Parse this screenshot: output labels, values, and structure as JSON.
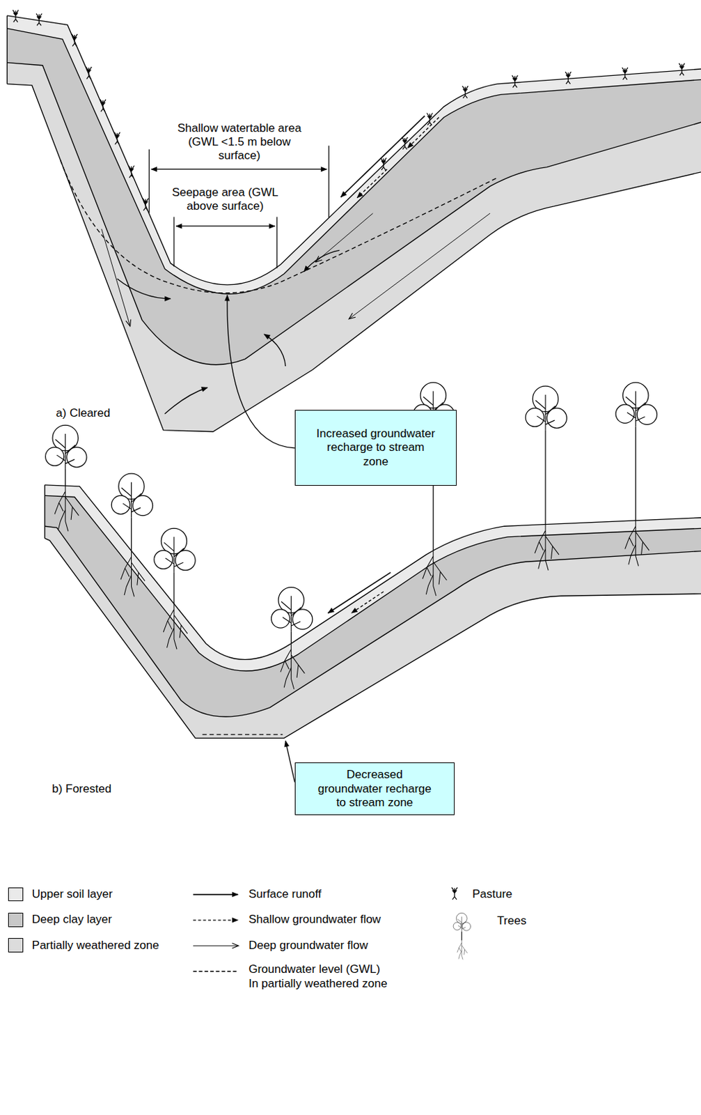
{
  "diagram": {
    "nodes": [
      {
        "text": [
          "Increased groundwater recharge to stream zone"
        ]
      },
      {
        "text": [
          "Decreased groundwater recharge to stream zone"
        ]
      }
    ],
    "labels": [
      "Shallow watertable area (GWL <1.5 m below surface)",
      "Seepage area (GWL above surface)",
      "a) Cleared",
      "b) Forested"
    ],
    "legend": [
      {
        "text": "Upper soil layer",
        "color": "#eaeaea"
      },
      {
        "text": "Deep clay layer",
        "color": "#c8c8c8"
      },
      {
        "text": "Partially weathered zone",
        "color": "#dcdcdc"
      },
      {
        "text": "Surface runoff"
      },
      {
        "text": "Shallow groundwater flow"
      },
      {
        "text": "Deep groundwater flow"
      },
      {
        "text": "Groundwater level (GWL) In partially weathered zone"
      },
      {
        "text": "Pasture"
      },
      {
        "text": "Trees"
      }
    ]
  }
}
